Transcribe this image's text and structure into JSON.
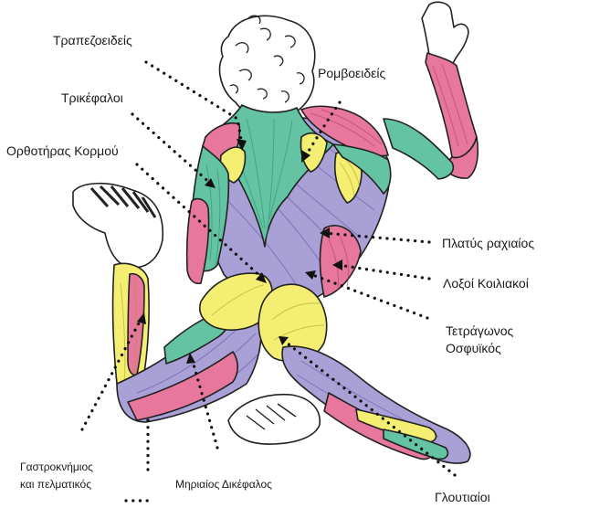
{
  "labels": {
    "trapezius": "Τραπεζοειδείς",
    "rhomboids": "Ρομβοειδείς",
    "triceps": "Τρικέφαλοι",
    "erector": "Ορθοτήρας Κορμού",
    "latissimus": "Πλατύς ραχιαίος",
    "obliques": "Λοξοί Κοιλιακοί",
    "quadratus_line1": "Τετράγωνος",
    "quadratus_line2": "Οσφυϊκός",
    "calves_line1": "Γαστροκνήμιος",
    "calves_line2": "και πελματικός",
    "hamstrings": "Μηριαίος Δικέφαλος",
    "glutes": "Γλουτιαίοι"
  },
  "colors": {
    "pink": "#e7779d",
    "teal": "#63c3a3",
    "yellow": "#f4ee72",
    "lavender": "#a9a0d6",
    "leader": "#111111"
  }
}
